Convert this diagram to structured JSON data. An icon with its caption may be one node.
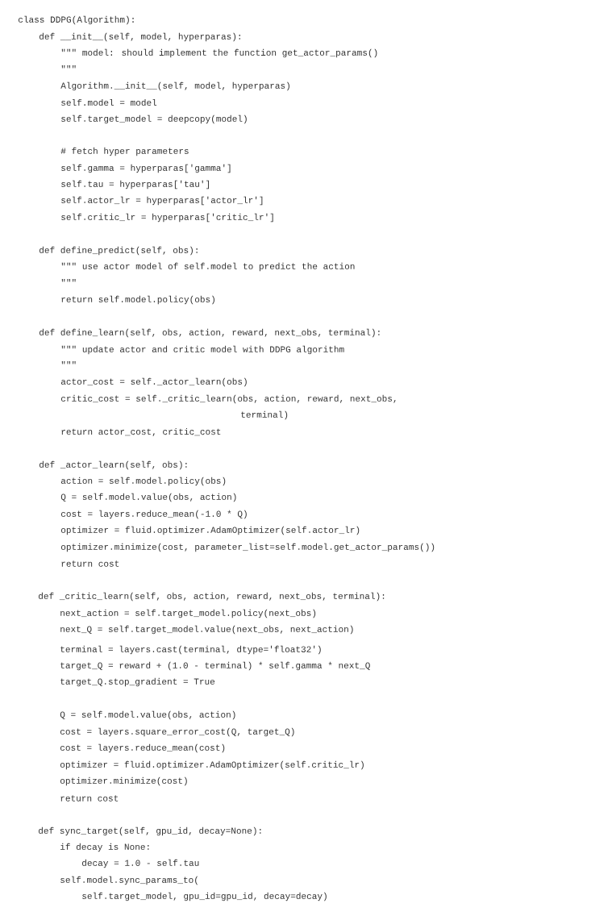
{
  "diagram": {
    "labels": [
      "class DDPG(Algorithm):",
      "def __init__(self, model, hyperparas):",
      "\"\"\" model: should implement the function get_actor_params()",
      "\"\"\"",
      "Algorithm.__init__(self, model, hyperparas)",
      "self.model = model",
      "self.target_model = deepcopy(model)",
      "# fetch hyper parameters",
      "self.gamma = hyperparas['gamma']",
      "self.tau = hyperparas['tau']",
      "self.actor_lr = hyperparas['actor_lr']",
      "self.critic_lr = hyperparas['critic_lr']",
      "def define_predict(self, obs):",
      "\"\"\" use actor model of self.model to predict the action",
      "\"\"\"",
      "return self.model.policy(obs)",
      "def define_learn(self, obs, action, reward, next_obs, terminal):",
      "\"\"\" update actor and critic model with DDPG algorithm",
      "\"\"\"",
      "actor_cost = self._actor_learn(obs)",
      "critic_cost = self._critic_learn(obs, action, reward, next_obs,",
      "terminal)",
      "return actor_cost, critic_cost",
      "def _actor_learn(self, obs):",
      "action = self.model.policy(obs)",
      "Q = self.model.value(obs, action)",
      "cost = layers.reduce_mean(-1.0 * Q)",
      "optimizer = fluid.optimizer.AdamOptimizer(self.actor_lr)",
      "optimizer.minimize(cost, parameter_list=self.model.get_actor_params())",
      "return cost",
      "def _critic_learn(self, obs, action, reward, next_obs, terminal):",
      "next_action = self.target_model.policy(next_obs)",
      "next_Q = self.target_model.value(next_obs, next_action)",
      "terminal = layers.cast(terminal, dtype='float32')",
      "target_Q = reward + (1.0 - terminal) * self.gamma * next_Q",
      "target_Q.stop_gradient = True",
      "Q = self.model.value(obs, action)",
      "cost = layers.square_error_cost(Q, target_Q)",
      "cost = layers.reduce_mean(cost)",
      "optimizer = fluid.optimizer.AdamOptimizer(self.critic_lr)",
      "optimizer.minimize(cost)",
      "return cost",
      "def sync_target(self, gpu_id, decay=None):",
      "if decay is None:",
      "decay = 1.0 - self.tau",
      "self.model.sync_params_to(",
      "self.target_model, gpu_id=gpu_id, decay=decay)"
    ]
  }
}
